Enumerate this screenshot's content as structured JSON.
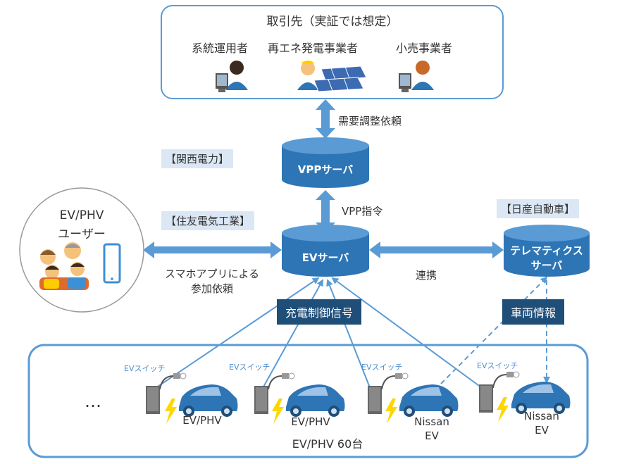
{
  "partners": {
    "title": "取引先（実証では想定）",
    "grid_operator": "系統運用者",
    "renewable_operator": "再エネ発電事業者",
    "retail_operator": "小売事業者"
  },
  "orgs": {
    "kansai": "【関西電力】",
    "sumitomo": "【住友電気工業】",
    "nissan": "【日産自動車】"
  },
  "servers": {
    "vpp": "VPPサーバ",
    "ev": "EVサーバ",
    "telematics_line1": "テレマティクス",
    "telematics_line2": "サーバ"
  },
  "flows": {
    "demand_adjust": "需要調整依頼",
    "vpp_command": "VPP指令",
    "link": "連携",
    "app_line1": "スマホアプリによる",
    "app_line2": "参加依頼",
    "charge_signal": "充電制御信号",
    "vehicle_info": "車両情報"
  },
  "users": {
    "line1": "EV/PHV",
    "line2": "ユーザー"
  },
  "fleet": {
    "label": "EV/PHV 60台",
    "ellipsis": "…",
    "switch_label": "EVスイッチ",
    "cars": [
      {
        "line1": "EV/PHV",
        "line2": ""
      },
      {
        "line1": "EV/PHV",
        "line2": ""
      },
      {
        "line1": "Nissan",
        "line2": "EV"
      },
      {
        "line1": "Nissan",
        "line2": "EV"
      }
    ]
  },
  "colors": {
    "box_border": "#5b9bd5",
    "cylinder": "#2e75b6",
    "cylinder_top": "#5b9bd5",
    "arrow": "#5b9bd5",
    "signal_box": "#1f4e79",
    "car": "#2e75b6",
    "lightning": "#ffd700",
    "org_tag_bg": "#dbe7f4"
  }
}
